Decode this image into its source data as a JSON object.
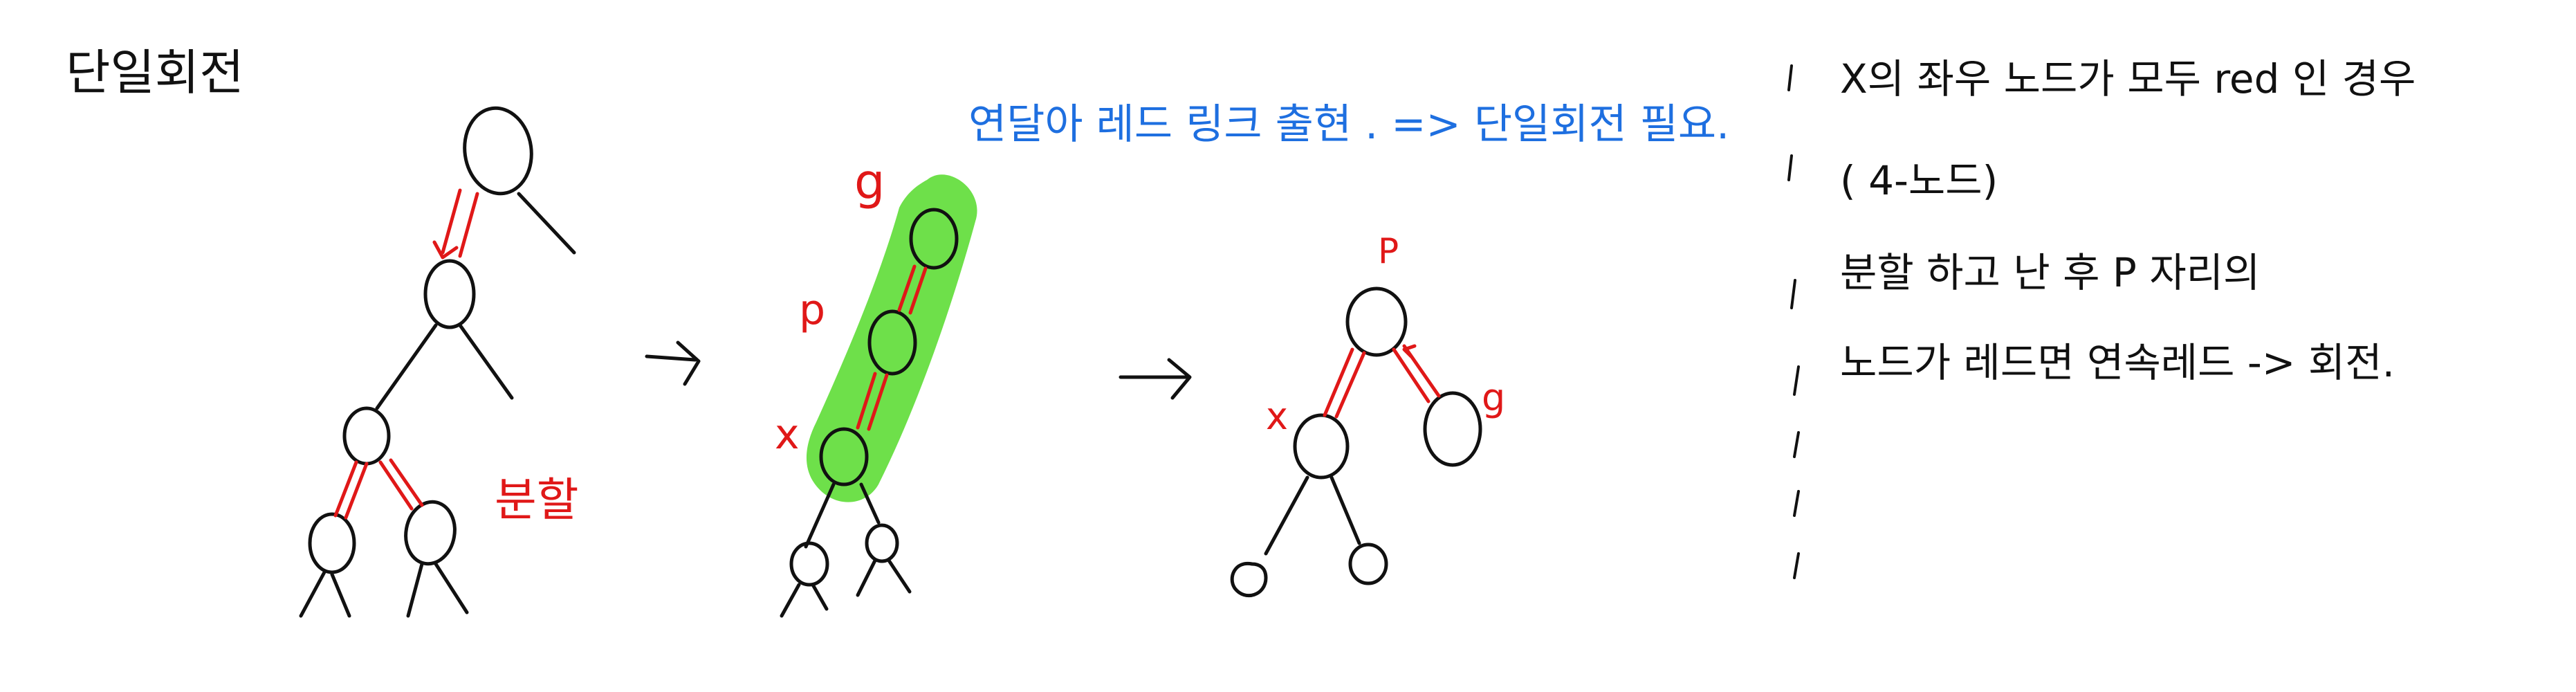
{
  "title": "단일회전",
  "blue_note": "연달아 레드 링크 출현 . => 단일회전 필요.",
  "labels": {
    "g1": "g",
    "p1": "p",
    "x1": "x",
    "split": "분할",
    "p2": "P",
    "x2": "x",
    "g2": "g"
  },
  "notes": [
    "X의 좌우 노드가 모두 red 인 경우",
    "( 4-노드)",
    "분할 하고 난 후  P 자리의",
    "노드가 레드면  연속레드 -> 회전."
  ],
  "colors": {
    "ink": "#111111",
    "red": "#e01818",
    "blue": "#1e6fe0",
    "highlight": "#6ee04a"
  }
}
